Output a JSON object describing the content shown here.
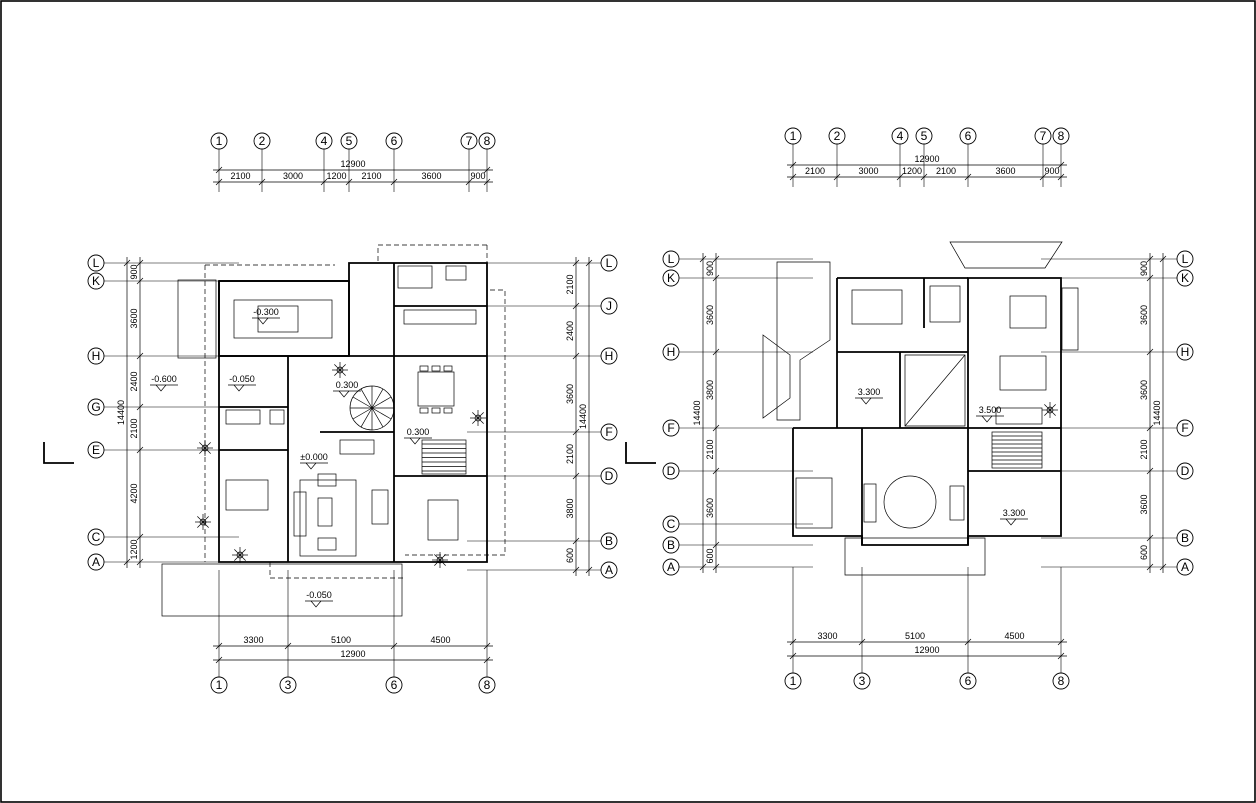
{
  "sheet": {
    "background": "#ffffff",
    "line_color": "#000000"
  },
  "plans": [
    {
      "id": "ground-floor",
      "top_axes": [
        "1",
        "2",
        "4",
        "5",
        "6",
        "7",
        "8"
      ],
      "top_spans": [
        "2100",
        "3000",
        "1200",
        "2100",
        "3600",
        "900"
      ],
      "top_total": "12900",
      "bottom_axes": [
        "1",
        "3",
        "6",
        "8"
      ],
      "bottom_spans": [
        "3300",
        "5100",
        "4500"
      ],
      "bottom_total": "12900",
      "left_axes": [
        "L",
        "K",
        "H",
        "G",
        "E",
        "C",
        "A"
      ],
      "left_spans": [
        "900",
        "3600",
        "2400",
        "2100",
        "4200",
        "1200"
      ],
      "left_total": "14400",
      "right_axes": [
        "L",
        "J",
        "H",
        "F",
        "D",
        "B",
        "A"
      ],
      "right_spans": [
        "2100",
        "2400",
        "3600",
        "2100",
        "3800",
        "600"
      ],
      "right_total": "14400",
      "levels": [
        "-0.300",
        "-0.600",
        "-0.050",
        "0.300",
        "0.300",
        "±0.000",
        "-0.050"
      ]
    },
    {
      "id": "upper-floor",
      "top_axes": [
        "1",
        "2",
        "4",
        "5",
        "6",
        "7",
        "8"
      ],
      "top_spans": [
        "2100",
        "3000",
        "1200",
        "2100",
        "3600",
        "900"
      ],
      "top_total": "12900",
      "bottom_axes": [
        "1",
        "3",
        "6",
        "8"
      ],
      "bottom_spans": [
        "3300",
        "5100",
        "4500"
      ],
      "bottom_total": "12900",
      "left_axes": [
        "L",
        "K",
        "H",
        "F",
        "D",
        "C",
        "B",
        "A"
      ],
      "left_spans": [
        "900",
        "3600",
        "3800",
        "2100",
        "3600",
        "600"
      ],
      "left_total": "14400",
      "right_axes": [
        "L",
        "K",
        "H",
        "F",
        "D",
        "B",
        "A"
      ],
      "right_spans": [
        "900",
        "3600",
        "3600",
        "2100",
        "3600",
        "600"
      ],
      "right_total": "14400",
      "levels": [
        "3.300",
        "3.500",
        "3.300"
      ]
    }
  ]
}
